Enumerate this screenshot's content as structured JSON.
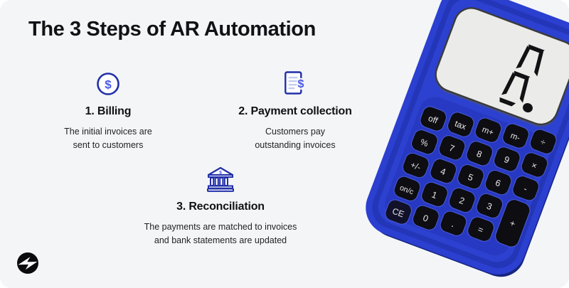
{
  "page": {
    "title": "The 3 Steps of AR Automation",
    "background_color": "#f4f5f7",
    "text_color": "#111216",
    "accent_color": "#3b4fd8",
    "brand_blue": "#2a3fc4",
    "logo_name": "lightning-bolt-logo"
  },
  "steps": [
    {
      "icon": "dollar-circle-icon",
      "title": "1. Billing",
      "line1": "The initial invoices are",
      "line2": "sent to customers"
    },
    {
      "icon": "invoice-dollar-icon",
      "title": "2. Payment collection",
      "line1": "Customers pay",
      "line2": "outstanding invoices"
    },
    {
      "icon": "bank-icon",
      "title": "3. Reconciliation",
      "line1": "The payments are matched to invoices",
      "line2": "and bank statements are updated"
    }
  ],
  "calculator": {
    "display_value": "0.",
    "body_color": "#2a3fc4",
    "body_shadow_color": "#1f2f9e",
    "key_color": "#0d0d12",
    "screen_color": "#ebebea",
    "keys": {
      "col1": [
        "off",
        "%",
        "+/-",
        "on/c",
        "CE"
      ],
      "col2": [
        "tax",
        "7",
        "4",
        "1",
        "0"
      ],
      "col3": [
        "m+",
        "8",
        "5",
        "2",
        "."
      ],
      "col4": [
        "m-",
        "9",
        "6",
        "3",
        "="
      ],
      "col5": [
        "÷",
        "×",
        "-",
        "+"
      ]
    }
  }
}
